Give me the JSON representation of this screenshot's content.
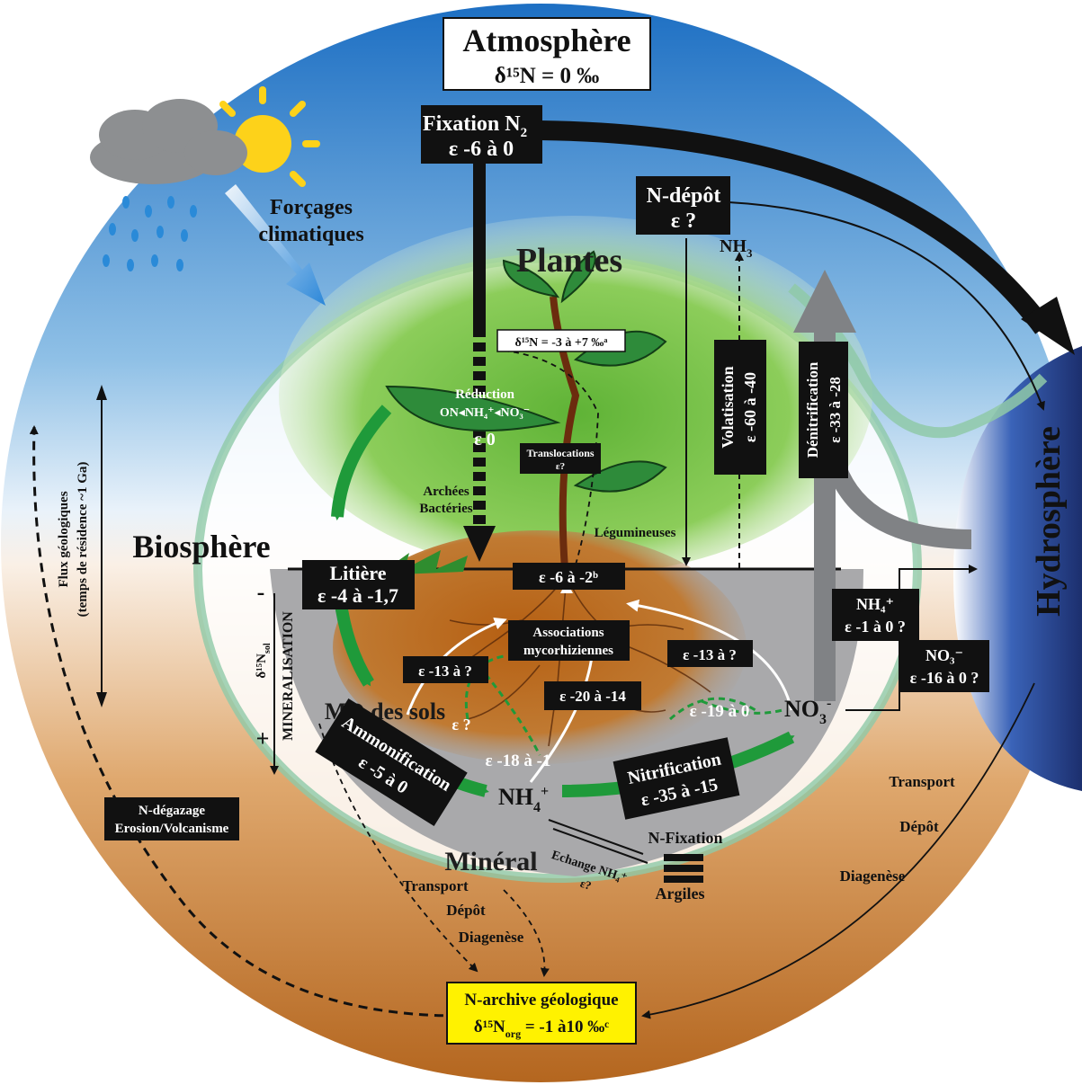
{
  "colors": {
    "sky_top": "#1a6fc4",
    "sky_light": "#cde4f5",
    "soil_light": "#f6e7d8",
    "soil_dark": "#b5651d",
    "plant_green": "#7cc242",
    "arrow_green": "#1f9a3a",
    "mineral_grey": "#a9a9ab",
    "hydrosphere_blue": "#27408b",
    "box_black": "#111111",
    "archive_yellow": "#fff200"
  },
  "atmosphere": {
    "title": "Atmosphère",
    "value": "δ¹⁵N = 0 ‰"
  },
  "fixation": {
    "title": "Fixation N",
    "sub": "2",
    "eps": "ε -6 à 0"
  },
  "forcages": {
    "line1": "Forçages",
    "line2": "climatiques"
  },
  "ndepot": {
    "title": "N-dépôt",
    "eps": "ε ?"
  },
  "nh3": {
    "label": "NH",
    "sub": "3"
  },
  "plantes": "Plantes",
  "plant_range": "δ¹⁵N = -3 à +7 ‰ᵃ",
  "reduction": {
    "title": "Réduction",
    "chain": "ON◂NH₄⁺◂NO₃⁻",
    "eps": "ε 0"
  },
  "translocations": {
    "title": "Translocations",
    "eps": "ε?"
  },
  "archees": {
    "line1": "Archées",
    "line2": "Bactéries"
  },
  "legumineuses": "Légumineuses",
  "volatisation": {
    "title": "Volatisation",
    "eps": "ε -60 à -40"
  },
  "denitrification": {
    "title": "Dénitrification",
    "eps": "ε -33 à -28"
  },
  "hydrosphere": "Hydrosphère",
  "biosphere": "Biosphère",
  "flux_geo": {
    "line1": "Flux géologiques",
    "line2": "(temps de résidence ~1 Ga)"
  },
  "litiere": {
    "title": "Litière",
    "eps": "ε -4 à -1,7"
  },
  "mineralisation": {
    "title": "MINERALISATION",
    "delta": "δ¹⁵N",
    "sub": "sol",
    "minus": "-",
    "plus": "+"
  },
  "root_eps": "ε -6 à -2ᵇ",
  "mycorhiz": {
    "line1": "Associations",
    "line2": "mycorhiziennes"
  },
  "eps_13_left": "ε -13 à ?",
  "eps_13_right": "ε -13 à ?",
  "eps_20": "ε -20 à -14",
  "eps_q": "ε ?",
  "eps_19": "ε -19 à 0",
  "eps_18": "ε -18 à -1",
  "mo_sols": "MO des sols",
  "no3": {
    "label": "NO",
    "sub": "3",
    "sup": "-"
  },
  "nh4": {
    "label": "NH",
    "sub": "4",
    "sup": "+"
  },
  "ammonification": {
    "title": "Ammonification",
    "eps": "ε -5 à 0"
  },
  "nitrification": {
    "title": "Nitrification",
    "eps": "ε -35 à -15"
  },
  "nh4_box": {
    "title": "NH₄⁺",
    "eps": "ε -1 à 0 ?"
  },
  "no3_box": {
    "title": "NO₃⁻",
    "eps": "ε -16 à 0 ?"
  },
  "mineral": "Minéral",
  "echange": {
    "line1": "Echange NH₄⁺",
    "line2": "ε?"
  },
  "nfixation": "N-Fixation",
  "argiles": "Argiles",
  "transport_left": {
    "l1": "Transport",
    "l2": "Dépôt",
    "l3": "Diagenèse"
  },
  "transport_right": {
    "l1": "Transport",
    "l2": "Dépôt",
    "l3": "Diagenèse"
  },
  "ndegazage": {
    "line1": "N-dégazage",
    "line2": "Erosion/Volcanisme"
  },
  "archive": {
    "title": "N-archive géologique",
    "value": "δ¹⁵N",
    "sub": "org",
    "rest": " = -1 à10 ‰ᶜ"
  }
}
